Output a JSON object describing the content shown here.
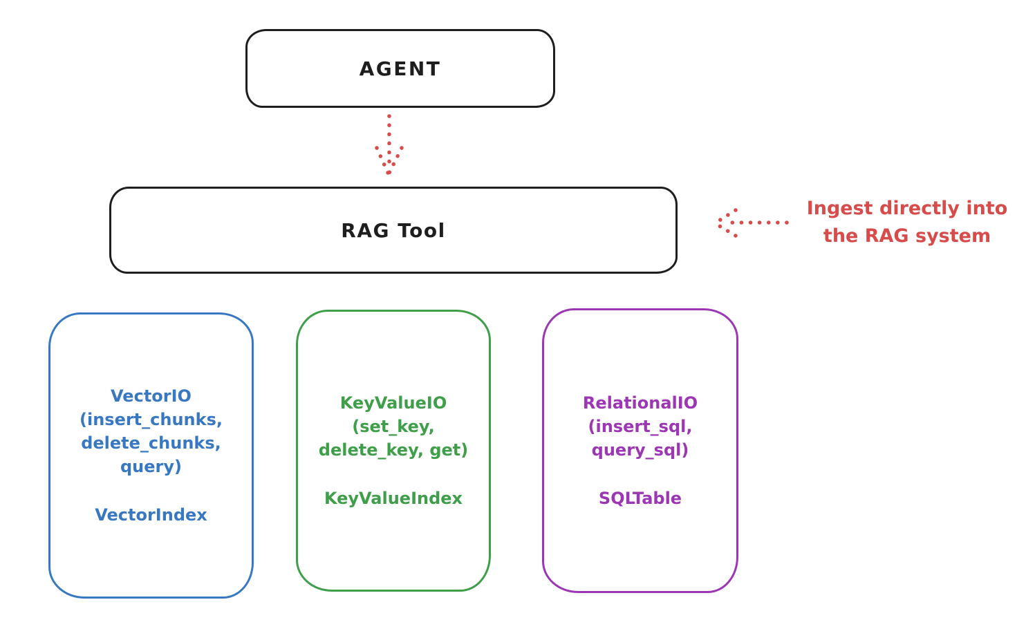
{
  "colors": {
    "ink": "#1e1e1e",
    "red": "#d74b4b",
    "blue": "#3878c2",
    "green": "#3f9e49",
    "purple": "#9c36b5",
    "background": "#ffffff"
  },
  "nodes": {
    "agent": {
      "label": "AGENT"
    },
    "rag_tool": {
      "label": "RAG Tool"
    },
    "vector": {
      "lines": [
        "VectorIO",
        "(insert_chunks,",
        "delete_chunks,",
        "query)"
      ],
      "index": "VectorIndex"
    },
    "keyvalue": {
      "lines": [
        "KeyValueIO",
        "(set_key,",
        "delete_key, get)"
      ],
      "index": "KeyValueIndex"
    },
    "relational": {
      "lines": [
        "RelationalIO",
        "(insert_sql,",
        "query_sql)"
      ],
      "index": "SQLTable"
    }
  },
  "annotation": {
    "line1": "Ingest directly into",
    "line2": "the RAG system"
  }
}
